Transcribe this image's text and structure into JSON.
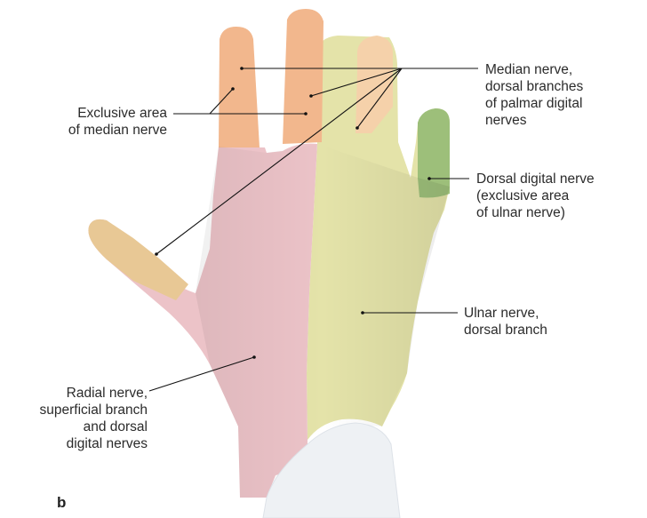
{
  "figure": {
    "panel_letter": "b",
    "colors": {
      "median_exclusive": "#f2b78d",
      "median_dorsal_palmar": "#f5d1aa",
      "radial": "#ecc3c8",
      "ulnar": "#e4e3a9",
      "ulnar_exclusive": "#9dbf7a",
      "cuff": "#eef1f4",
      "leader_line": "#111111"
    },
    "labels": {
      "median_exclusive": [
        "Exclusive area",
        "of median nerve"
      ],
      "median_dorsal": [
        "Median nerve,",
        "dorsal branches",
        "of palmar digital",
        "nerves"
      ],
      "dorsal_digital": [
        "Dorsal digital nerve",
        "(exclusive area",
        "of ulnar nerve)"
      ],
      "ulnar": [
        "Ulnar nerve,",
        "dorsal branch"
      ],
      "radial": [
        "Radial nerve,",
        "superficial branch",
        "and dorsal",
        "digital nerves"
      ]
    }
  }
}
